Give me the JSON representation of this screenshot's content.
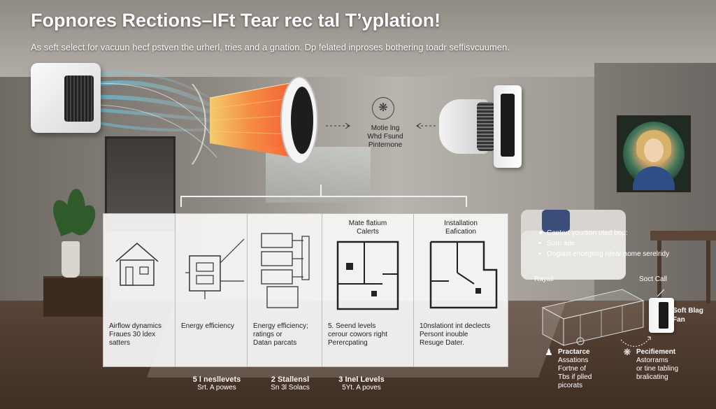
{
  "header": {
    "title": "Fopnores Rections–IFt Tear rec tal T’yplation!",
    "subtitle": "As seft select for vacuun hecf pstven the urherl, tries and a gnation. Dp felated inproses bothering toadr seffisvcuumen."
  },
  "diagram": {
    "center_label": [
      "Motie lng",
      "Whd Fsund",
      "Pinternone"
    ],
    "center_icon": "fan-icon"
  },
  "panels": [
    {
      "head": [],
      "caption": [
        "Airflow dynamics",
        "Fraues 30 ldex",
        "satters"
      ],
      "icon": "house-icon"
    },
    {
      "head": [],
      "caption": [
        "",
        "Energy efficiency"
      ],
      "icon": "duct-network-icon"
    },
    {
      "head": [],
      "caption": [
        "Energy efficiency;",
        "ratings or",
        "Datan parcats"
      ],
      "icon": "floor-plan-icon"
    },
    {
      "head": [
        "Mate flatium",
        "Calerts"
      ],
      "caption": [
        "5. Seend levels",
        "cerour cowors right",
        "Perercpating"
      ],
      "icon": "room-layout-icon"
    },
    {
      "head": [
        "Installation",
        "Eafication"
      ],
      "caption": [
        "10nslationt int declects",
        "Persont inouble",
        "Resuge Dater."
      ],
      "icon": "installation-plan-icon"
    }
  ],
  "bottom_labels": [
    {
      "big": "5 l nesllevets",
      "small": "Srt. A powes"
    },
    {
      "big": "2 Stallensl",
      "small": "Sn 3l Solacs"
    },
    {
      "big": "3 Inel Levels",
      "small": "5Yt. A poves"
    }
  ],
  "right_bullets": [
    "Centert yourtion uted bop:",
    "Sorn ade",
    "Ooglast encegting rdear home serelridy"
  ],
  "duct": {
    "left_label": "Rayall",
    "right_label": "Soct Call",
    "device_label": [
      "Soft Blag",
      "Fan"
    ]
  },
  "features": [
    {
      "title": "Practarce",
      "lines": [
        "Assations",
        "Fortne of",
        "Tbs if plled",
        "picorats"
      ],
      "icon": "person-icon"
    },
    {
      "title": "Pecifiement",
      "lines": [
        "Astorrams",
        "or tine tabling",
        "bralicating"
      ],
      "icon": "ceiling-fan-icon"
    }
  ],
  "colors": {
    "warm_flow": "#ff7a2a",
    "cool_flow": "#5ac8e6",
    "panel_bg": "#f8f8f6",
    "text_dark": "#222222"
  }
}
